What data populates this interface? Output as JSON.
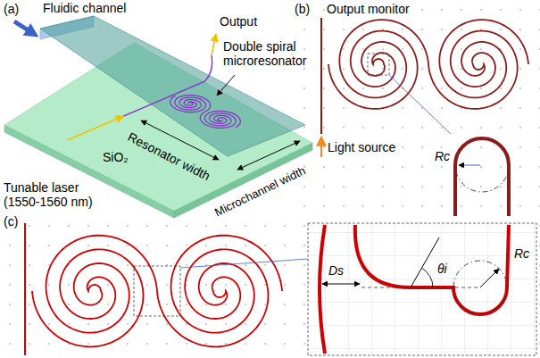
{
  "diagram": {
    "labels": [
      "(a)",
      "Fluidic channel",
      "Output",
      "Double spiral microresonator",
      "Tunable laser (1550-1560 nm)",
      "Resonator width",
      "Microchannel width",
      "SiO₂",
      "(b)",
      "Output monitor",
      "Light source",
      "Rc",
      "(c)",
      "Ds",
      "θi",
      "Rc"
    ]
  }
}
